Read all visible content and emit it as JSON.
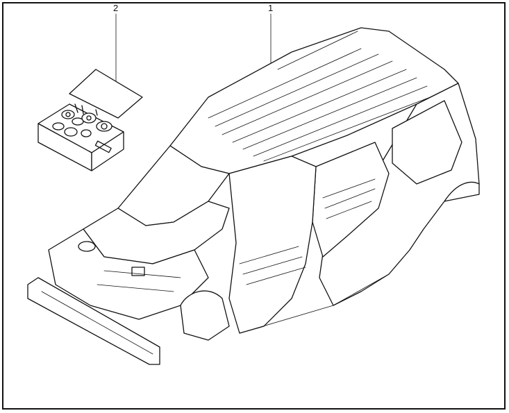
{
  "diagram": {
    "callouts": [
      {
        "label": "1",
        "refers_to": "car-body-shell"
      },
      {
        "label": "2",
        "refers_to": "fastener-kit-box"
      }
    ],
    "ink_color": "#111111",
    "background_color": "#ffffff"
  }
}
